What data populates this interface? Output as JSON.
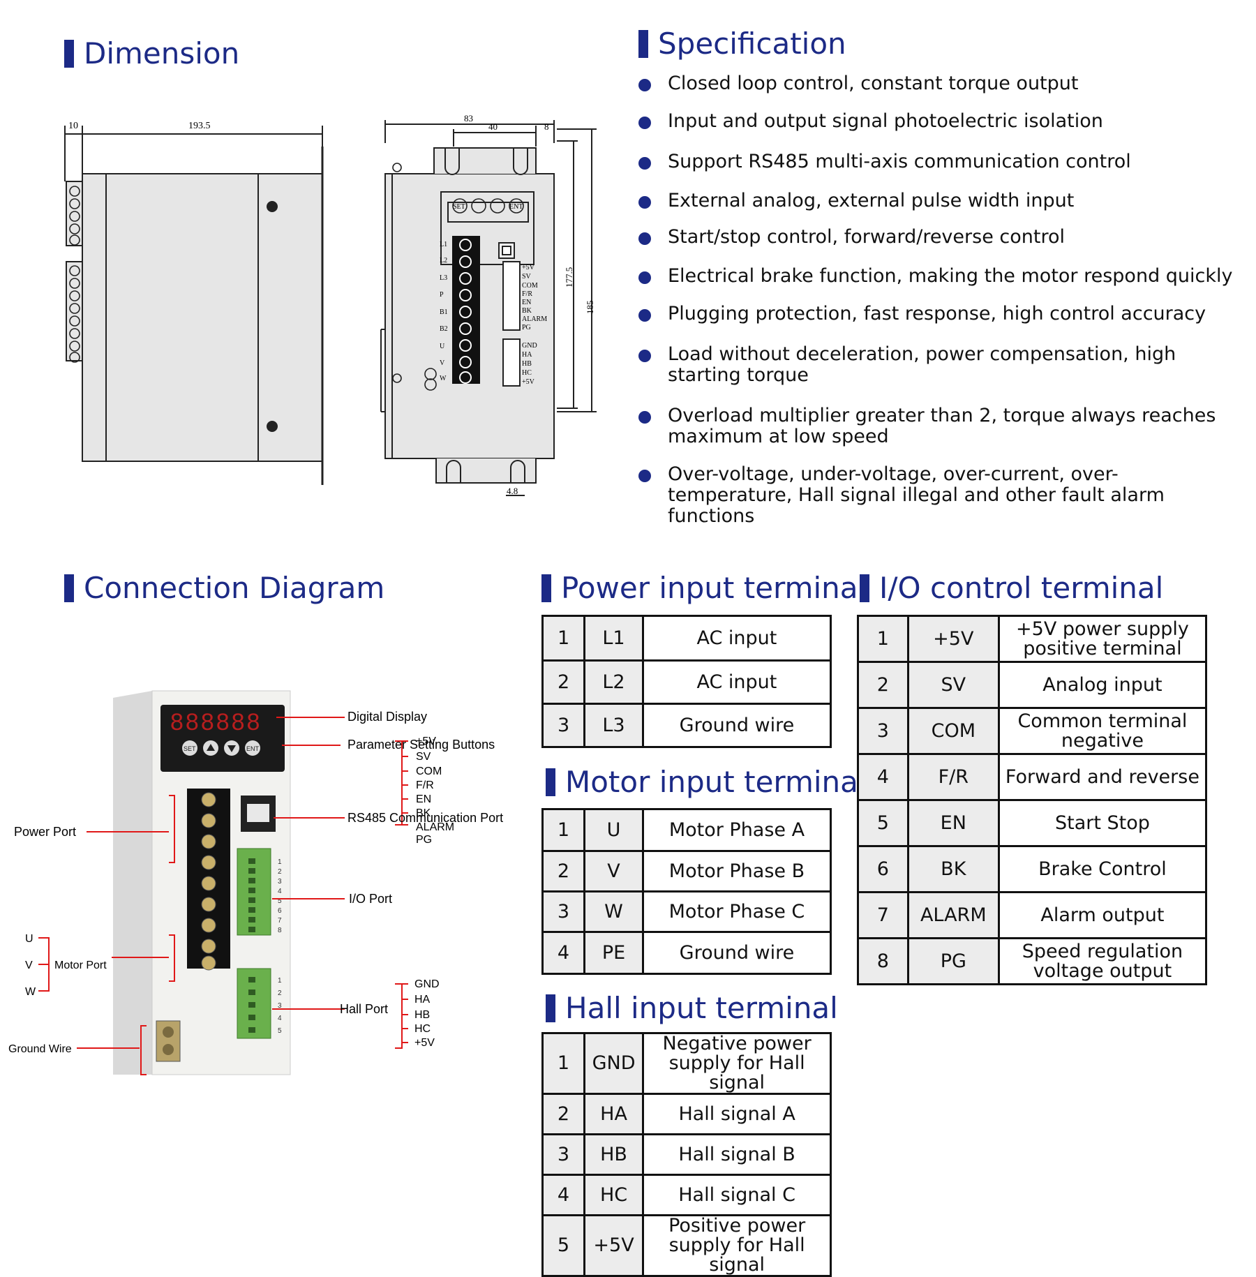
{
  "sections": {
    "dimension": "Dimension",
    "specification": "Specification",
    "connection": "Connection Diagram",
    "power": "Power input terminal",
    "motor": "Motor input terminal",
    "hall": "Hall input terminal",
    "io": "I/O control terminal"
  },
  "dimension": {
    "dim_10": "10",
    "dim_193_5": "193.5",
    "dim_83": "83",
    "dim_40": "40",
    "dim_8": "8",
    "dim_177_5": "177.5",
    "dim_185": "185",
    "dim_4_8": "4.8",
    "btn_set": "SET",
    "btn_ent": "ENT",
    "power_labels": [
      "L1",
      "L2",
      "L3",
      "P",
      "B1",
      "B2",
      "U",
      "V",
      "W"
    ],
    "io_labels": [
      "+5V",
      "SV",
      "COM",
      "F/R",
      "EN",
      "BK",
      "ALARM",
      "PG"
    ],
    "hall_labels": [
      "GND",
      "HA",
      "HB",
      "HC",
      "+5V"
    ]
  },
  "specs": [
    "Closed loop control, constant torque output",
    "Input and output signal photoelectric isolation",
    "Support RS485 multi-axis communication control",
    "External analog, external pulse width input",
    "Start/stop control, forward/reverse control",
    "Electrical brake function, making the motor respond quickly",
    "Plugging protection, fast response, high control accuracy",
    "Load without deceleration, power compensation, high starting torque",
    "Overload multiplier greater than 2, torque always reaches maximum at low speed",
    "Over-voltage, under-voltage, over-current, over-temperature, Hall signal illegal and other fault alarm functions"
  ],
  "connection": {
    "digital_display": "Digital Display",
    "param_buttons": "Parameter Setting Buttons",
    "rs485": "RS485 Communication Port",
    "power_port": "Power Port",
    "io_port": "I/O Port",
    "motor_port": "Motor Port",
    "hall_port": "Hall Port",
    "ground_wire": "Ground Wire",
    "display_value": "888888",
    "btn_set": "SET",
    "btn_ent": "ENT",
    "uvw": [
      "U",
      "V",
      "W"
    ],
    "io_signals": [
      "+5V",
      "SV",
      "COM",
      "F/R",
      "EN",
      "BK",
      "ALARM",
      "PG"
    ],
    "hall_signals": [
      "GND",
      "HA",
      "HB",
      "HC",
      "+5V"
    ],
    "io_pins": [
      "1",
      "2",
      "3",
      "4",
      "5",
      "6",
      "7",
      "8"
    ],
    "hall_pins": [
      "1",
      "2",
      "3",
      "4",
      "5"
    ]
  },
  "power_terminal": [
    {
      "no": "1",
      "code": "L1",
      "desc": "AC input"
    },
    {
      "no": "2",
      "code": "L2",
      "desc": "AC input"
    },
    {
      "no": "3",
      "code": "L3",
      "desc": "Ground wire"
    }
  ],
  "motor_terminal": [
    {
      "no": "1",
      "code": "U",
      "desc": "Motor Phase A"
    },
    {
      "no": "2",
      "code": "V",
      "desc": "Motor Phase B"
    },
    {
      "no": "3",
      "code": "W",
      "desc": "Motor Phase C"
    },
    {
      "no": "4",
      "code": "PE",
      "desc": "Ground wire"
    }
  ],
  "hall_terminal": [
    {
      "no": "1",
      "code": "GND",
      "desc": "Negative power supply for Hall signal"
    },
    {
      "no": "2",
      "code": "HA",
      "desc": "Hall signal A"
    },
    {
      "no": "3",
      "code": "HB",
      "desc": "Hall signal B"
    },
    {
      "no": "4",
      "code": "HC",
      "desc": "Hall signal C"
    },
    {
      "no": "5",
      "code": "+5V",
      "desc": "Positive power supply for Hall signal"
    }
  ],
  "io_terminal": [
    {
      "no": "1",
      "code": "+5V",
      "desc": "+5V power supply positive terminal"
    },
    {
      "no": "2",
      "code": "SV",
      "desc": "Analog input"
    },
    {
      "no": "3",
      "code": "COM",
      "desc": "Common terminal negative"
    },
    {
      "no": "4",
      "code": "F/R",
      "desc": "Forward and reverse"
    },
    {
      "no": "5",
      "code": "EN",
      "desc": "Start Stop"
    },
    {
      "no": "6",
      "code": "BK",
      "desc": "Brake Control"
    },
    {
      "no": "7",
      "code": "ALARM",
      "desc": "Alarm output"
    },
    {
      "no": "8",
      "code": "PG",
      "desc": "Speed regulation voltage output"
    }
  ],
  "colors": {
    "accent": "#1c2a86",
    "leader": "#e01818",
    "terminal_green": "#6ab04c",
    "table_gray": "#ececec"
  }
}
